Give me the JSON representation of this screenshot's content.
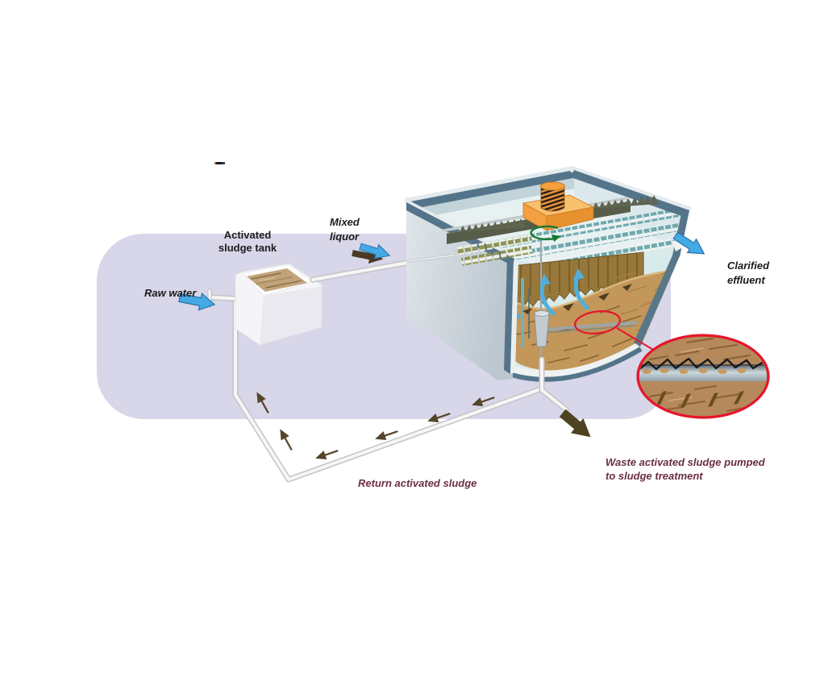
{
  "panel": {
    "color": "#d8d6e9"
  },
  "labels": {
    "activated_sludge_tank": {
      "lines": [
        "Activated",
        "sludge tank"
      ],
      "color": "#1c1c1a"
    },
    "mixed_liquor": {
      "lines": [
        "Mixed",
        "liquor"
      ],
      "color": "#1c1c1a"
    },
    "raw_water": {
      "text": "Raw water",
      "color": "#1c1c1a"
    },
    "clarified_effluent": {
      "lines": [
        "Clarified",
        "effluent"
      ],
      "color": "#1c1c1a"
    },
    "return_activated_sludge": {
      "text": "Return activated sludge",
      "color": "#6b2e40"
    },
    "waste_activated_sludge": {
      "lines": [
        "Waste activated sludge pumped",
        "to sludge treatment"
      ],
      "color": "#6b2e40"
    }
  },
  "colors": {
    "flow_arrow_blue": "#45a9e4",
    "waste_arrow_brown": "#4f431f",
    "return_arrow_brown": "#55452a",
    "mixed_liquor_arrow_brown": "#4a3a22",
    "rotation_arrow_green": "#177a33",
    "callout_red": "#e5152b",
    "tank_frame_slate": "#54748a",
    "water": "#d8eaea",
    "sludge_brown": "#c39659",
    "lamella_brown": "#97783a",
    "motor_orange": "#f2a042",
    "walkway_olive": "#585d49",
    "pipe_white": "#f6f6f6"
  }
}
